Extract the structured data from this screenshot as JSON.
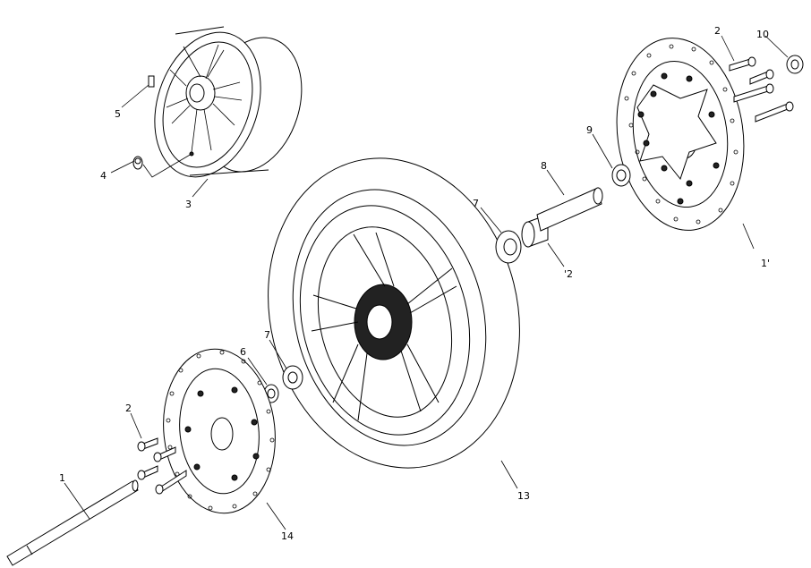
{
  "callouts": [
    {
      "id": "1",
      "text": "1"
    },
    {
      "id": "2a",
      "text": "2"
    },
    {
      "id": "2b",
      "text": "2"
    },
    {
      "id": "3",
      "text": "3"
    },
    {
      "id": "4",
      "text": "4"
    },
    {
      "id": "5",
      "text": "5"
    },
    {
      "id": "6",
      "text": "6"
    },
    {
      "id": "7a",
      "text": "7"
    },
    {
      "id": "7b",
      "text": "7"
    },
    {
      "id": "8",
      "text": "8"
    },
    {
      "id": "9",
      "text": "9"
    },
    {
      "id": "10",
      "text": "10"
    },
    {
      "id": "11",
      "text": "1'"
    },
    {
      "id": "12",
      "text": "'2"
    },
    {
      "id": "13",
      "text": "13"
    },
    {
      "id": "14",
      "text": "14"
    }
  ]
}
